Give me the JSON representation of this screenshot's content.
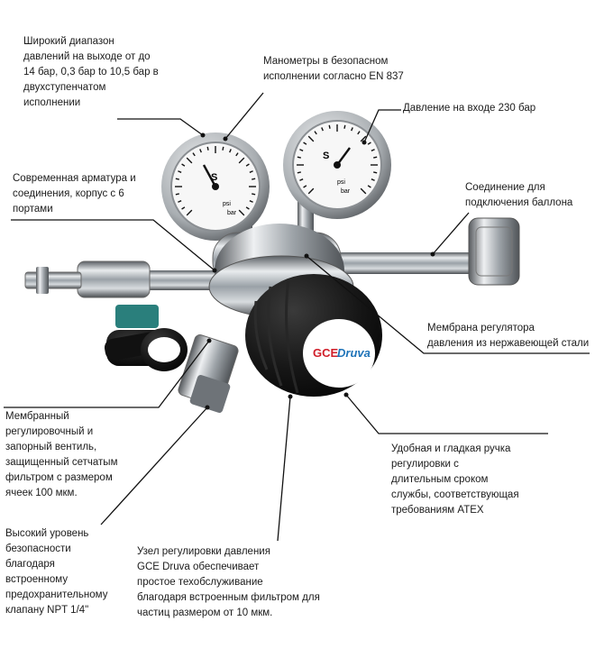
{
  "labels": {
    "range": "Широкий диапазон\nдавлений на выходе от до\n14 бар,  0,3 бар to 10,5 бар в\nдвухступенчатом\nисполнении",
    "gauges": "Манометры в безопасном\nисполнении согласно EN 837",
    "inlet": "Давление на входе 230 бар",
    "fittings": "Современная арматура и\nсоединения, корпус с 6\nпортами",
    "cylinder": "Соединение для\nподключения баллона",
    "membrane": "Мембрана регулятора\nдавления из нержавеющей стали",
    "valve": "Мембранный\nрегулировочный и\nзапорный вентиль,\nзащищенный сетчатым\nфильтром с размером\nячеек 100 мкм.",
    "handle": "Удобная и гладкая ручка\nрегулировки с\nдлительным сроком\nслужбы, соответствующая\nтребованиям ATEX",
    "safety": "Высокий уровень\nбезопасности\nблагодаря\nвстроенному\nпредохранительному\nклапану NPT 1/4\"",
    "druva": "Узел регулировки давления\nGCE Druva обеспечивает\nпростое техобслуживание\nблагодаря встроенным фильтром для\nчастиц размером от 10 мкм."
  },
  "gauge_marks": {
    "s": "S",
    "psi": "psi",
    "bar": "bar"
  },
  "brand": {
    "gce": "GCE",
    "druva": "Druva",
    "accent": "#1e73b8",
    "knob": "#141414"
  }
}
